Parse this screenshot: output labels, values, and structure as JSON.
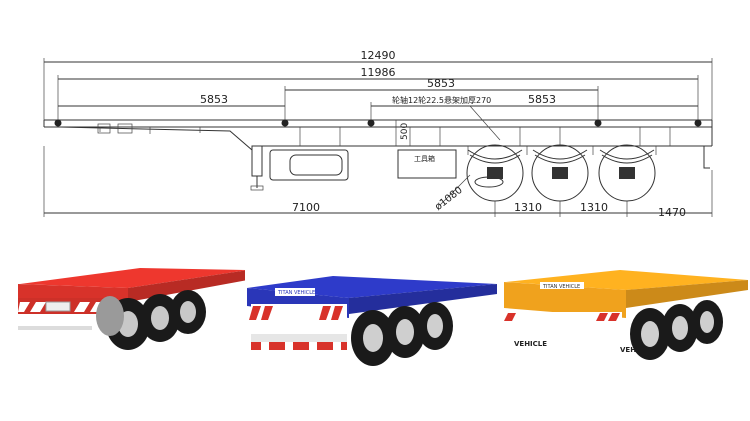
{
  "drawing": {
    "dimensions": {
      "overall_length": "12490",
      "deck_length": "11986",
      "twistlock_spacing_rear": "5853",
      "twistlock_spacing_center": "5853",
      "twistlock_spacing_front": "5853",
      "kingpin_to_first_axle": "7100",
      "axle_spacing_1": "1310",
      "axle_spacing_2": "1310",
      "rear_overhang": "1470",
      "beam_height": "500",
      "wheel_diameter": "ø1080"
    },
    "annotations": {
      "axle_note": "轮轴12轮22.5悬架加厚270",
      "toolbox": "工具箱"
    }
  },
  "photos": [
    {
      "color": "#d8322a",
      "brand_text": ""
    },
    {
      "color": "#2a36b8",
      "brand_text": "TITAN VEHICLE"
    },
    {
      "color": "#f0a21d",
      "brand_text": "TITAN VEHICLE",
      "bumper_text": "VEHICLE"
    }
  ]
}
